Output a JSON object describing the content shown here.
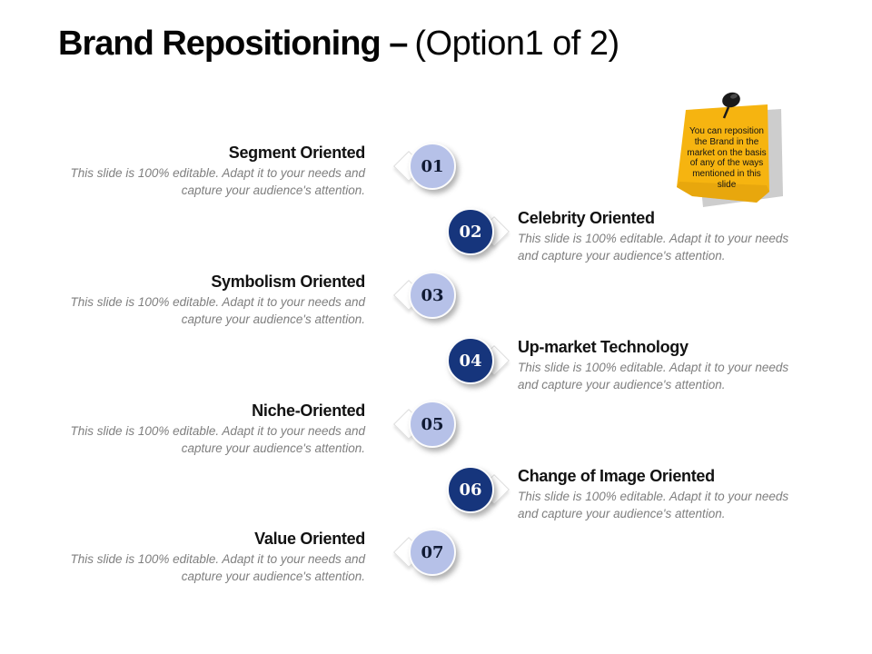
{
  "title": {
    "bold": "Brand Repositioning –",
    "light": "(Option1 of 2)"
  },
  "note": {
    "text": "You can reposition the Brand in the market on the basis of any of the ways mentioned in this slide"
  },
  "items": [
    {
      "number": "01",
      "title": "Segment Oriented",
      "desc": "This slide is 100% editable. Adapt it to your needs and capture your audience's attention.",
      "side": "left"
    },
    {
      "number": "02",
      "title": "Celebrity Oriented",
      "desc": "This slide is 100% editable. Adapt it to your needs and capture your audience's attention.",
      "side": "right"
    },
    {
      "number": "03",
      "title": "Symbolism Oriented",
      "desc": "This slide is 100% editable. Adapt it to your needs and capture your audience's attention.",
      "side": "left"
    },
    {
      "number": "04",
      "title": "Up-market Technology",
      "desc": "This slide is 100% editable. Adapt it to your needs and capture your audience's attention.",
      "side": "right"
    },
    {
      "number": "05",
      "title": "Niche-Oriented",
      "desc": "This slide is 100% editable. Adapt it to your needs and capture your audience's attention.",
      "side": "left"
    },
    {
      "number": "06",
      "title": "Change of Image Oriented",
      "desc": "This slide is 100% editable. Adapt it to your needs and capture your audience's attention.",
      "side": "right"
    },
    {
      "number": "07",
      "title": "Value Oriented",
      "desc": "This slide is 100% editable. Adapt it to your needs and capture your audience's attention.",
      "side": "left"
    }
  ],
  "colors": {
    "light_circle": "#b6c1e8",
    "dark_circle": "#16357c",
    "note_yellow": "#f6b410",
    "desc_gray": "#7f7f7f",
    "heading_black": "#121212"
  }
}
